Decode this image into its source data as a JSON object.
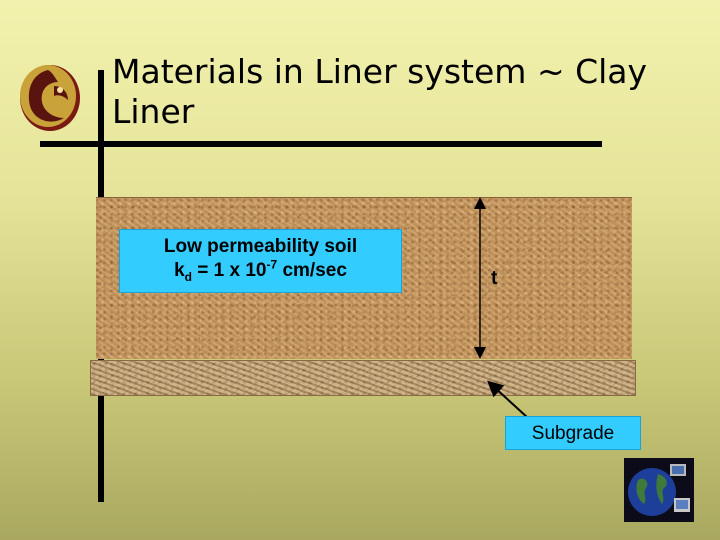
{
  "slide": {
    "title": "Materials in Liner system ~ Clay Liner"
  },
  "labels": {
    "soil_line1": "Low permeability soil",
    "soil_k": "k",
    "soil_sub": "d",
    "soil_eq": " = 1 x 10",
    "soil_exp": "-7",
    "soil_unit": " cm/sec",
    "thickness": "t",
    "subgrade": "Subgrade"
  },
  "colors": {
    "background": "#e6e49a",
    "label_box": "#33ccff",
    "clay": "#c89a62",
    "subgrade": "#c4a478"
  },
  "icons": {
    "logo": "pegasus-logo-icon",
    "corner": "globe-computer-icon"
  }
}
